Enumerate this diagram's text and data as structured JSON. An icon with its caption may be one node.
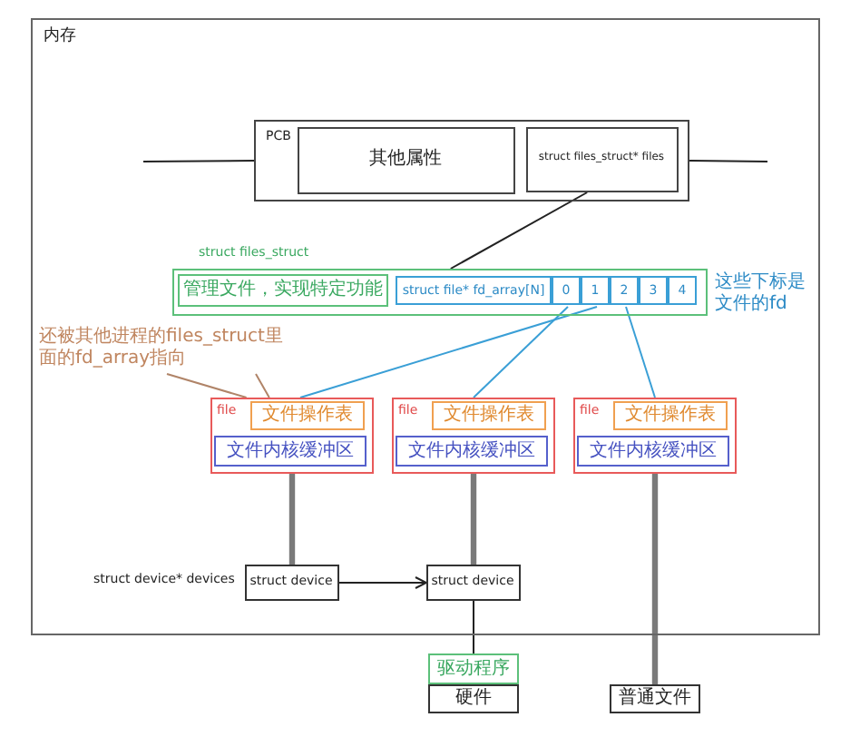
{
  "diagram": {
    "nodes": [
      {
        "text": [
          "内存"
        ]
      },
      {
        "text": [
          "PCB"
        ],
        "in": 0
      },
      {
        "text": [
          "其他属性"
        ],
        "in": 1
      },
      {
        "text": [
          "struct files_struct* files"
        ],
        "in": 1
      },
      {
        "text": [
          "struct files_struct"
        ],
        "in": 0
      },
      {
        "text": [
          "管理文件，实现特定功能"
        ],
        "in": 4
      },
      {
        "text": [
          "struct file* fd_array[N]"
        ],
        "in": 4
      },
      {
        "text": [
          "0"
        ],
        "in": 4
      },
      {
        "text": [
          "1"
        ],
        "in": 4
      },
      {
        "text": [
          "2"
        ],
        "in": 4
      },
      {
        "text": [
          "3"
        ],
        "in": 4
      },
      {
        "text": [
          "4"
        ],
        "in": 4
      },
      {
        "text": [
          "还被其他进程的files_struct里面的fd_array指向"
        ],
        "in": 0
      },
      {
        "text": [
          "file"
        ],
        "in": 0
      },
      {
        "text": [
          "文件操作表"
        ],
        "in": 13
      },
      {
        "text": [
          "文件内核缓冲区"
        ],
        "in": 13
      },
      {
        "text": [
          "file"
        ],
        "in": 0
      },
      {
        "text": [
          "文件操作表"
        ],
        "in": 16
      },
      {
        "text": [
          "文件内核缓冲区"
        ],
        "in": 16
      },
      {
        "text": [
          "file"
        ],
        "in": 0
      },
      {
        "text": [
          "文件操作表"
        ],
        "in": 19
      },
      {
        "text": [
          "文件内核缓冲区"
        ],
        "in": 19
      },
      {
        "text": [
          "struct device"
        ],
        "beside": [
          "struct device* devices"
        ],
        "in": 0
      },
      {
        "text": [
          "struct device"
        ],
        "in": 0
      },
      {
        "text": [
          "驱动程序"
        ]
      },
      {
        "text": [
          "硬件"
        ]
      },
      {
        "text": [
          "普通文件"
        ]
      }
    ],
    "edges": [
      {
        "from": null,
        "to": 1,
        "arrow": "none"
      },
      {
        "from": 1,
        "to": null,
        "arrow": "none"
      },
      {
        "from": 3,
        "to": 4,
        "arrow": "none"
      },
      {
        "from": 8,
        "to": 13,
        "arrow": "none",
        "color": "#3a9fd6"
      },
      {
        "from": 7,
        "to": 16,
        "arrow": "none",
        "color": "#3a9fd6"
      },
      {
        "from": 9,
        "to": 19,
        "arrow": "none",
        "color": "#3a9fd6"
      },
      {
        "from": 12,
        "to": 13,
        "arrow": "none",
        "color": "#b08468"
      },
      {
        "from": 12,
        "to": 13,
        "arrow": "none",
        "color": "#b08468"
      },
      {
        "from": 13,
        "to": 22,
        "arrow": "none",
        "style": "thick",
        "color": "#7a7a7a"
      },
      {
        "from": 16,
        "to": 23,
        "arrow": "none",
        "style": "thick",
        "color": "#7a7a7a"
      },
      {
        "from": 19,
        "to": 26,
        "arrow": "none",
        "style": "thick",
        "color": "#7a7a7a"
      },
      {
        "from": 22,
        "to": 23,
        "arrow": "to"
      },
      {
        "from": 23,
        "to": 24,
        "arrow": "none"
      }
    ],
    "labels": [
      "这些下标是文件的fd"
    ]
  }
}
